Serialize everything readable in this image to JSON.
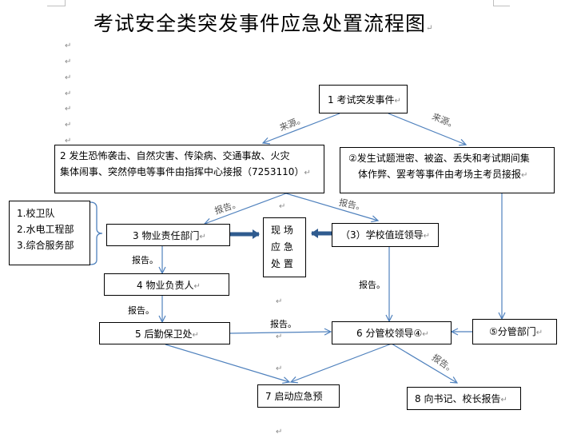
{
  "document": {
    "title": "考试安全类突发事件应急处置流程图",
    "paragraph_mark": "↵"
  },
  "flowchart": {
    "nodes": {
      "n1": "1 考试突发事件",
      "n2_line1": "2 发生恐怖袭击、自然灾害、传染病、交通事故、火灾",
      "n2_line2": "集体闹事、突然停电等事件由指挥中心接报（7253110）",
      "n2b_line1": "②发生试题泄密、被盗、丢失和考试期间集",
      "n2b_line2": "体作弊、罢考等事件由考场主考员接报",
      "n3": "3 物业责任部门",
      "n3_units": [
        "1.校卫队",
        "2.水电工程部",
        "3.综合服务部"
      ],
      "onsite": [
        "现  场",
        "应  急",
        "处  置"
      ],
      "n3b": "（3）学校值班领导",
      "n4": "4 物业负责人",
      "n5": "5 后勤保卫处",
      "n6": "6 分管校领导④",
      "n6b": "⑤分管部门",
      "n7": "7  启动应急预",
      "n8": "8 向书记、校长报告"
    },
    "edge_labels": {
      "source_left": "来源。",
      "source_right": "来源。",
      "report_to_n3": "报告。",
      "report_to_n3b": "报告。",
      "report_n3_n4": "报告。",
      "report_n4_n5": "报告。",
      "report_n5_n6": "报告。",
      "report_n3b_n6": "报告。",
      "report_n6_n8": "报告。"
    },
    "colors": {
      "connector": "#4f81bd",
      "thick_arrow": "#2f5b8f",
      "border": "#000000"
    }
  }
}
